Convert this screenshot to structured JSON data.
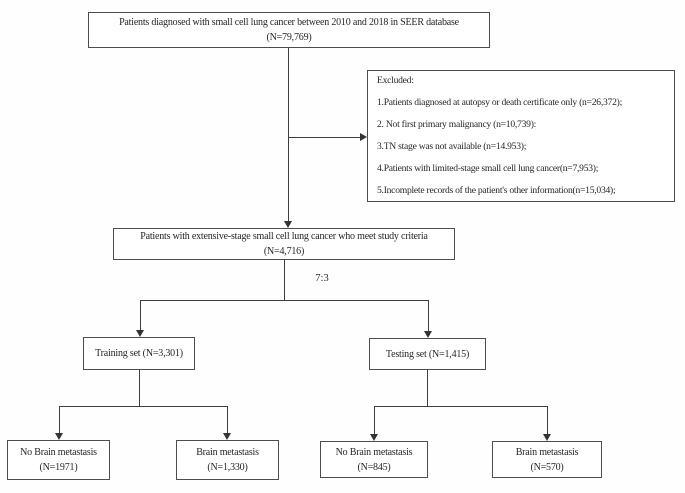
{
  "figure": {
    "type": "patient-selection-flowchart",
    "background_color": "#ffffff",
    "line_color": "#3f3f3f",
    "text_color": "#262626"
  },
  "nodes": {
    "seer": {
      "line1": "Patients diagnosed with small cell lung cancer between 2010 and 2018 in SEER database",
      "line2": "(N=79,769)"
    },
    "excluded": {
      "title": "Excluded:",
      "items": [
        "1.Patients diagnosed at autopsy or death certificate only (n=26,372);",
        "2. Not first primary malignancy (n=10,739):",
        "3.TN stage was not available (n=14.953);",
        "4.Patients with limited-stage small cell lung cancer(n=7,953);",
        "5.Incomplete records of the patient's other information(n=15,034);"
      ]
    },
    "criteria": {
      "line1": "Patients with extensive-stage small cell lung cancer who meet study criteria",
      "line2": "(N=4,716)"
    },
    "training": {
      "line1": "Training set (N=3,301)"
    },
    "testing": {
      "line1": "Testing set (N=1,415)"
    },
    "training_no_bm": {
      "line1": "No Brain metastasis",
      "line2": "(N=1971)"
    },
    "training_bm": {
      "line1": "Brain metastasis",
      "line2": "(N=1,330)"
    },
    "testing_no_bm": {
      "line1": "No Brain metastasis",
      "line2": "(N=845)"
    },
    "testing_bm": {
      "line1": "Brain metastasis",
      "line2": "(N=570)"
    }
  },
  "labels": {
    "split_ratio": "7:3"
  }
}
